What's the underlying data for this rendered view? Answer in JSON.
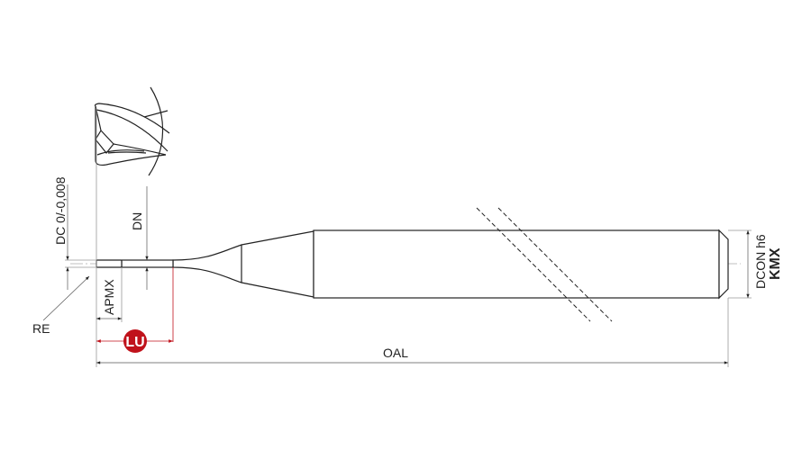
{
  "drawing": {
    "labels": {
      "dc": "DC 0/-0,008",
      "dn": "DN",
      "apmx": "APMX",
      "re": "RE",
      "lu": "LU",
      "oal": "OAL",
      "dcon": "DCON h6",
      "kmx": "KMX"
    },
    "colors": {
      "accent": "#c0121b",
      "line": "#222222"
    }
  }
}
